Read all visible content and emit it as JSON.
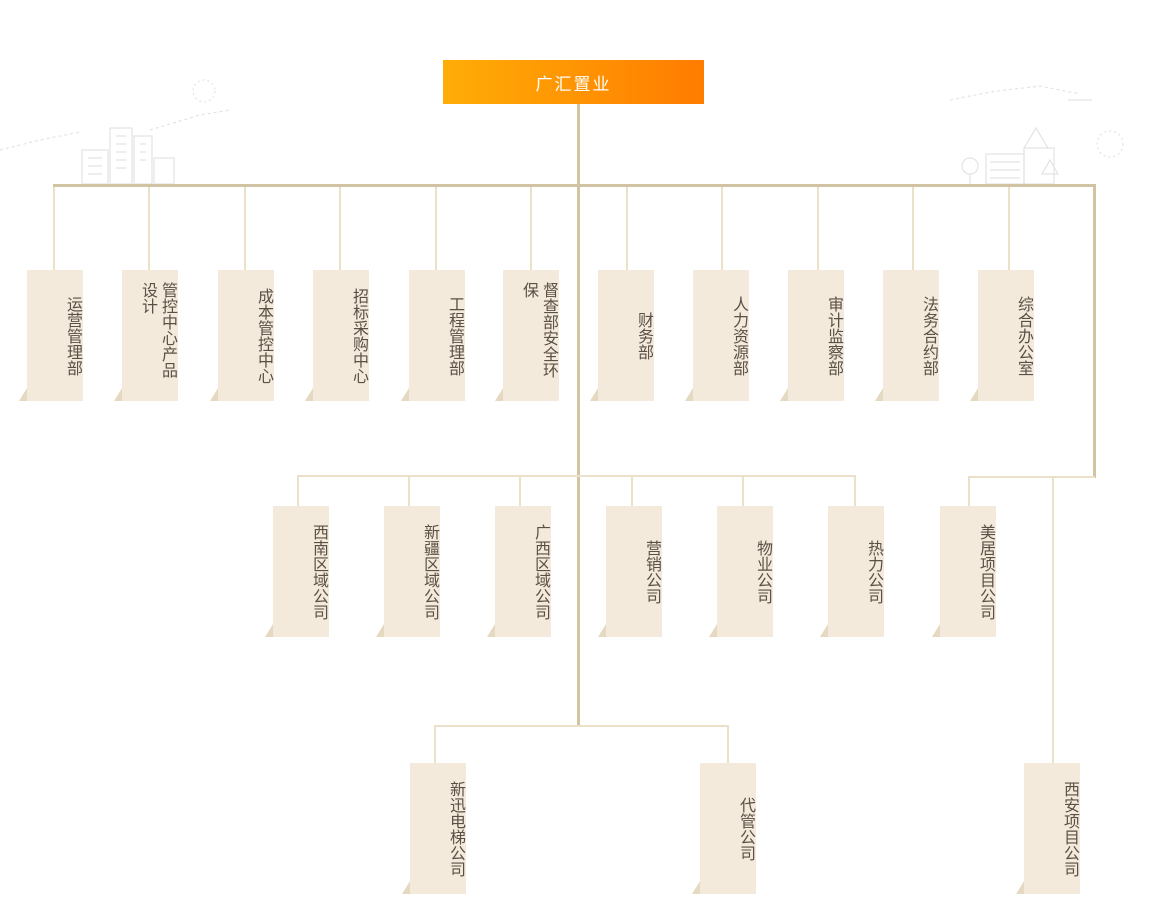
{
  "root": {
    "label": "广汇置业"
  },
  "tier1": [
    "运营管理部",
    "管控中心产品设计",
    "成本管控中心",
    "招标采购中心",
    "工程管理部",
    "督查部安全环保",
    "财务部",
    "人力资源部",
    "审计监察部",
    "法务合约部",
    "综合办公室"
  ],
  "tier2": [
    "西南区域公司",
    "新疆区域公司",
    "广西区域公司",
    "营销公司",
    "物业公司",
    "热力公司",
    "美居项目公司"
  ],
  "tier3": [
    "新迅电梯公司",
    "代管公司",
    "西安项目公司"
  ],
  "colors": {
    "root_start": "#ffad06",
    "root_end": "#ff7c00",
    "connector": "#d2c4a3",
    "box_fill": "#f3eadb",
    "text": "#5a5046"
  }
}
